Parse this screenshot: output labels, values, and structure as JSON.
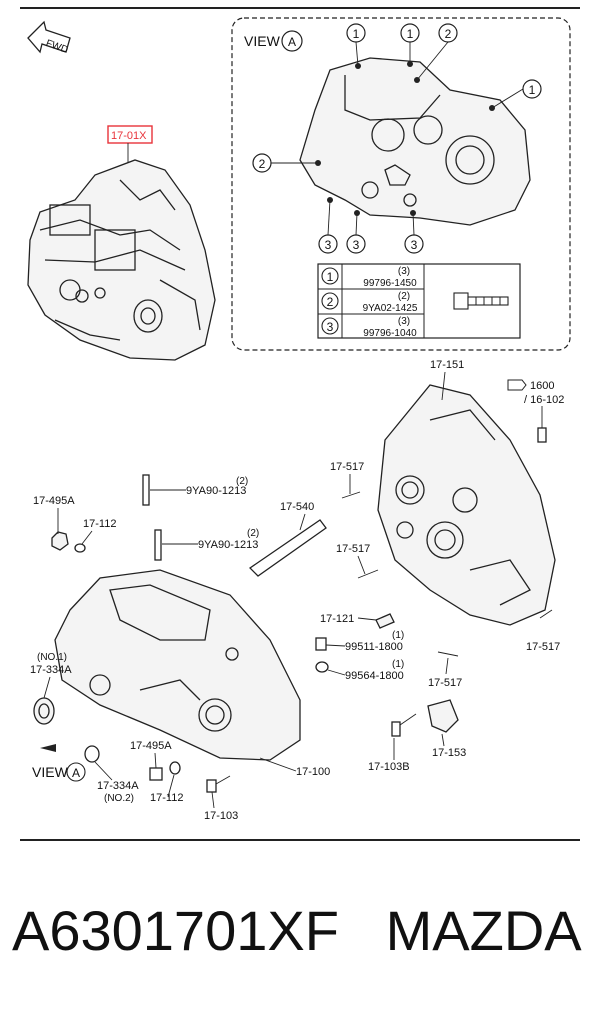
{
  "fwd_label": "FWD",
  "assembly_label": "17-01X",
  "view_a": {
    "label": "VIEW",
    "letter": "A",
    "circle_numbers": [
      "1",
      "1",
      "2",
      "1",
      "2",
      "3",
      "3",
      "3"
    ]
  },
  "legend_table": {
    "rows": [
      {
        "num": "1",
        "qty": "(3)",
        "part": "99796-1450"
      },
      {
        "num": "2",
        "qty": "(2)",
        "part": "9YA02-1425"
      },
      {
        "num": "3",
        "qty": "(3)",
        "part": "99796-1040"
      }
    ]
  },
  "labels": {
    "p17_151": "17-151",
    "p1600": "1600",
    "p16_102": "/ 16-102",
    "p17_517_a": "17-517",
    "p17_517_b": "17-517",
    "p17_517_c": "17-517",
    "p17_517_d": "17-517",
    "p17_495a_a": "17-495A",
    "p17_112_a": "17-112",
    "p9ya90_a_qty": "(2)",
    "p9ya90_a": "9YA90-1213",
    "p9ya90_b_qty": "(2)",
    "p9ya90_b": "9YA90-1213",
    "p17_540": "17-540",
    "p17_121": "17-121",
    "p99511_qty": "(1)",
    "p99511": "99511-1800",
    "p99564_qty": "(1)",
    "p99564": "99564-1800",
    "no1": "(NO.1)",
    "p17_334a_a": "17-334A",
    "view_a_bottom": "VIEW",
    "view_a_bottom_letter": "A",
    "p17_495a_b": "17-495A",
    "p17_334a_b": "17-334A",
    "no2": "(NO.2)",
    "p17_112_b": "17-112",
    "p17_100": "17-100",
    "p17_103": "17-103",
    "p17_103b": "17-103B",
    "p17_153": "17-153"
  },
  "footer": {
    "part_number": "A6301701XF",
    "brand": "MAZDA"
  },
  "colors": {
    "highlight_box": "#e8333a",
    "ink": "#111111"
  }
}
